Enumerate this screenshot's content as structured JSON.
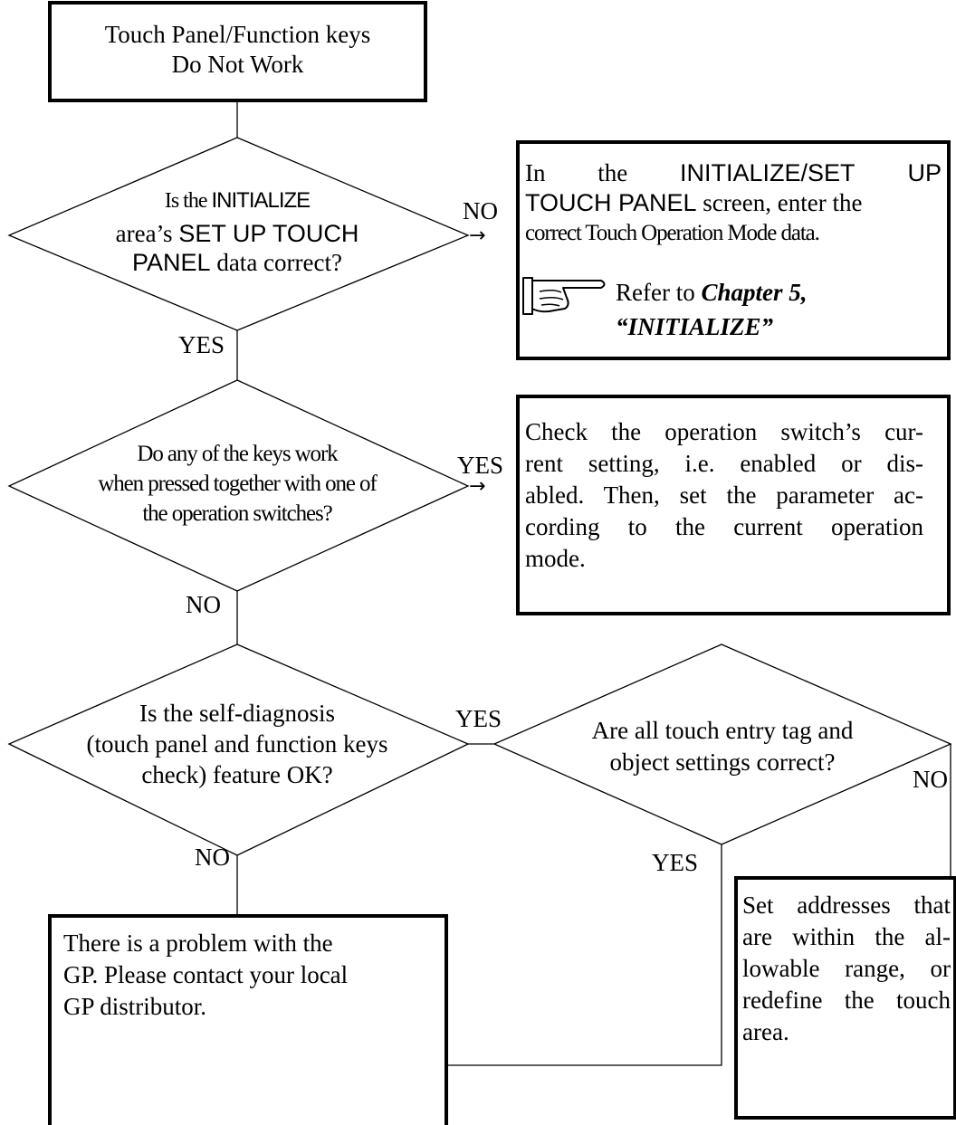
{
  "start": {
    "line1": "Touch Panel/Function keys",
    "line2": "Do Not Work"
  },
  "q1": {
    "pre": "Is the ",
    "kw1": "INITIALIZE",
    "line2_pre": "area’s ",
    "kw2": "SET UP TOUCH",
    "kw3": "PANEL",
    "line3_post": " data correct?"
  },
  "box1": {
    "line1_pre": "In the ",
    "line1_kw": "INITIALIZE/SET UP",
    "line2_kw": "TOUCH PANEL",
    "line2_post": " screen, enter the",
    "line3": "correct Touch Operation Mode data.",
    "ref_pre": "Refer to ",
    "ref_chapter": "Chapter 5,",
    "ref_title": "“INITIALIZE”",
    "ref_icon": "pointing-hand-icon"
  },
  "q2": {
    "line1": "Do any of the keys work",
    "line2": "when pressed together with one of",
    "line3": "the operation switches?"
  },
  "box2": {
    "line1": "Check the operation switch’s cur-",
    "line2": "rent setting, i.e. enabled or dis-",
    "line3": "abled. Then, set the parameter ac-",
    "line4": "cording to the current operation",
    "line5": "mode."
  },
  "q3": {
    "line1": "Is the self-diagnosis",
    "line2": "(touch panel and function keys",
    "line3": "check) feature OK?"
  },
  "q4": {
    "line1": "Are all touch entry tag and",
    "line2": "object settings correct?"
  },
  "box3": {
    "line1": "Set addresses that",
    "line2": "are within the al-",
    "line3": "lowable range, or",
    "line4": "redefine the touch",
    "line5": "area."
  },
  "box4": {
    "line1": "There is a problem with the",
    "line2": "GP.  Please contact your local",
    "line3": "GP distributor."
  },
  "labels": {
    "yes": "YES",
    "no": "NO"
  }
}
